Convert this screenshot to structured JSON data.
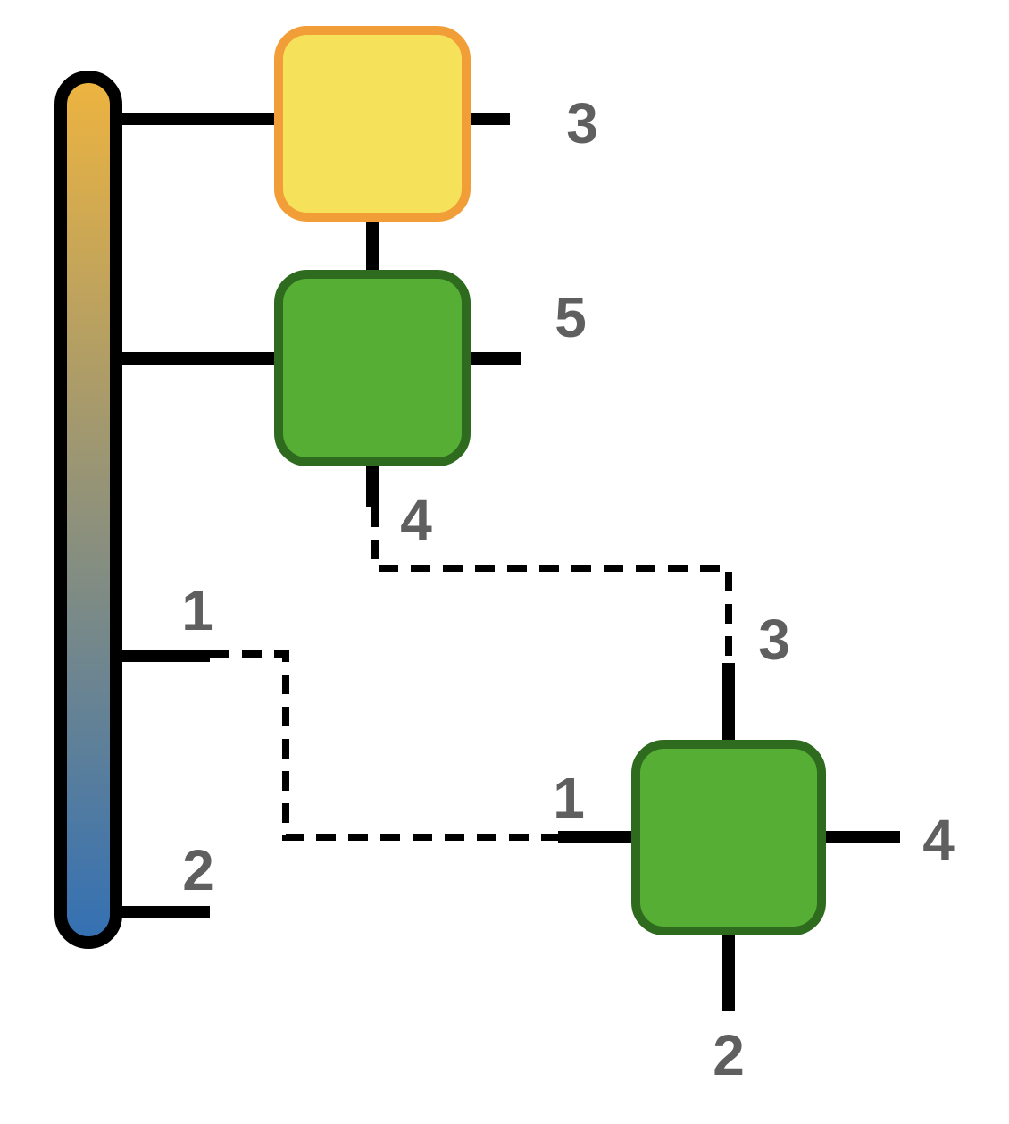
{
  "colors": {
    "bar_gradient_top": "#EEB43F",
    "bar_gradient_bottom": "#3370B4",
    "line": "#000000",
    "label": "#5f5f5f",
    "yellow_fill": "#F5E25A",
    "yellow_stroke": "#F19E38",
    "green_fill": "#56AF34",
    "green_stroke": "#2E6B1E"
  },
  "labels": {
    "top_block_right": "3",
    "mid_block_right": "5",
    "mid_block_bottom": "4",
    "bar_port_1": "1",
    "bar_port_2": "2",
    "lower_block_top": "3",
    "lower_block_left": "1",
    "lower_block_right": "4",
    "lower_block_bottom": "2"
  }
}
